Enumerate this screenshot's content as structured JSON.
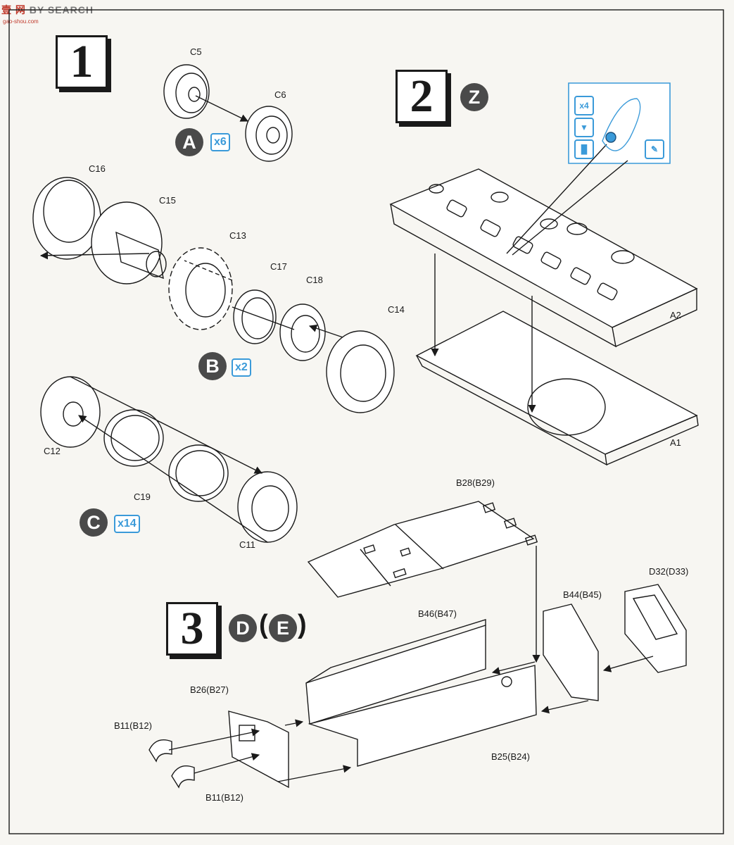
{
  "watermark": {
    "logo_text": "壹 网",
    "search_text": "BY SEARCH",
    "url": "gao-shou.com"
  },
  "steps": [
    {
      "number": "1"
    },
    {
      "number": "2",
      "marker": "Z"
    },
    {
      "number": "3",
      "marker": "D",
      "marker_alt": "E"
    }
  ],
  "step1": {
    "groups": [
      {
        "letter": "A",
        "multiplier": "x6"
      },
      {
        "letter": "B",
        "multiplier": "x2"
      },
      {
        "letter": "C",
        "multiplier": "x14"
      }
    ],
    "parts": [
      "C5",
      "C6",
      "C16",
      "C15",
      "C13",
      "C17",
      "C18",
      "C14",
      "C12",
      "C19",
      "C11"
    ]
  },
  "step2": {
    "parts": [
      "A2",
      "A1"
    ],
    "callout_icons": [
      "x4",
      "drill-icon",
      "cut-icon",
      "glue-icon"
    ]
  },
  "step3": {
    "parts": [
      "B28(B29)",
      "D32(D33)",
      "B44(B45)",
      "B46(B47)",
      "B26(B27)",
      "B11(B12)",
      "B11(B12)",
      "B25(B24)"
    ]
  },
  "colors": {
    "ink": "#1a1a1a",
    "accent": "#3a9ad9",
    "marker": "#4a4a4a",
    "paper": "#f7f6f2"
  }
}
